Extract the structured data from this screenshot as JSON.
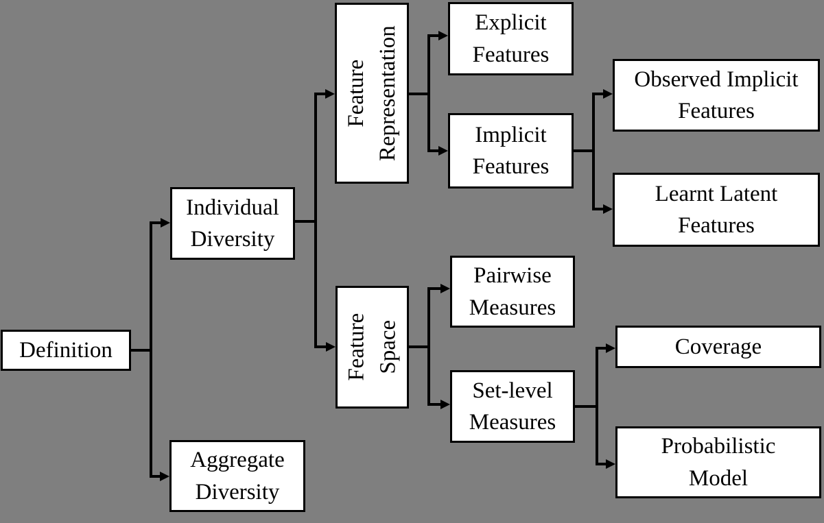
{
  "colors": {
    "background": "#7F7F7F",
    "box_fill": "#FFFFFF",
    "box_border": "#000000",
    "line": "#000000",
    "text": "#000000"
  },
  "nodes": {
    "definition": {
      "label": "Definition"
    },
    "individual_diversity": {
      "label": "Individual\nDiversity"
    },
    "aggregate_diversity": {
      "label": "Aggregate\nDiversity"
    },
    "feature_representation": {
      "label": "Feature\nRepresentation"
    },
    "feature_space": {
      "label": "Feature\nSpace"
    },
    "explicit_features": {
      "label": "Explicit\nFeatures"
    },
    "implicit_features": {
      "label": "Implicit\nFeatures"
    },
    "observed_implicit": {
      "label": "Observed Implicit\nFeatures"
    },
    "learnt_latent": {
      "label": "Learnt Latent\nFeatures"
    },
    "pairwise_measures": {
      "label": "Pairwise\nMeasures"
    },
    "set_level_measures": {
      "label": "Set-level\nMeasures"
    },
    "coverage": {
      "label": "Coverage"
    },
    "probabilistic_model": {
      "label": "Probabilistic\nModel"
    }
  },
  "edges": [
    [
      "Definition",
      "Individual Diversity"
    ],
    [
      "Definition",
      "Aggregate Diversity"
    ],
    [
      "Individual Diversity",
      "Feature Representation"
    ],
    [
      "Individual Diversity",
      "Feature Space"
    ],
    [
      "Feature Representation",
      "Explicit Features"
    ],
    [
      "Feature Representation",
      "Implicit Features"
    ],
    [
      "Implicit Features",
      "Observed Implicit Features"
    ],
    [
      "Implicit Features",
      "Learnt Latent Features"
    ],
    [
      "Feature Space",
      "Pairwise Measures"
    ],
    [
      "Feature Space",
      "Set-level Measures"
    ],
    [
      "Set-level Measures",
      "Coverage"
    ],
    [
      "Set-level Measures",
      "Probabilistic Model"
    ]
  ]
}
